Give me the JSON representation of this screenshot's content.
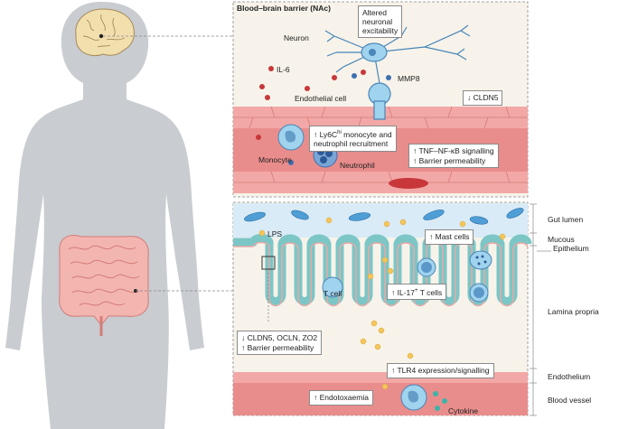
{
  "bbb": {
    "title": "Blood–brain barrier (NAc)",
    "neuron": "Neuron",
    "excitability": [
      "Altered",
      "neuronal",
      "excitability"
    ],
    "il6": "IL-6",
    "mmp8": "MMP8",
    "endothelial_cell": "Endothelial cell",
    "cldn5": "↓ CLDN5",
    "recruitment_line1_prefix": "↑ Ly6C",
    "recruitment_line1_sup": "hi",
    "recruitment_line1_suffix": " monocyte and",
    "recruitment_line2": "neutrophil recruitment",
    "monocyte": "Monocyte",
    "neutrophil": "Neutrophil",
    "tnf_line1": "↑ TNF–NF-κB signalling",
    "tnf_line2": "↑ Barrier permeability"
  },
  "gut": {
    "lps": "LPS",
    "mast_cells": "↑ Mast cells",
    "t_cell": "T cell",
    "il17_prefix": "↑ IL-17",
    "il17_sup": "+",
    "il17_suffix": " T cells",
    "tlr4": "↑ TLR4 expression/signalling",
    "endotoxaemia": "↑ Endotoxaemia",
    "cytokine": "Cytokine",
    "tight_junction_line1": "↓ CLDN5, OCLN, ZO2",
    "tight_junction_line2": "↑ Barrier permeability"
  },
  "right_labels": {
    "gut_lumen": "Gut lumen",
    "mucous": "Mucous",
    "epithelium": "Epithelium",
    "lamina_propria": "Lamina propria",
    "endothelium": "Endothelium",
    "blood_vessel": "Blood vessel"
  },
  "colors": {
    "body": "#c9ccd0",
    "brain": "#f2dfae",
    "intestine": "#f3b5b0",
    "lumen": "#d9ebf6",
    "villus": "#7cc6c6",
    "endothelium": "#f2a8a6",
    "vessel": "#e98d8c",
    "bacteria": "#4f9ed6",
    "il6_dot": "#c8373a",
    "mmp8_dot": "#3f6fb0",
    "lps_dot": "#f4c55a",
    "neuron": "#9fd3ee",
    "panel_bg": "#f7f3ea"
  }
}
